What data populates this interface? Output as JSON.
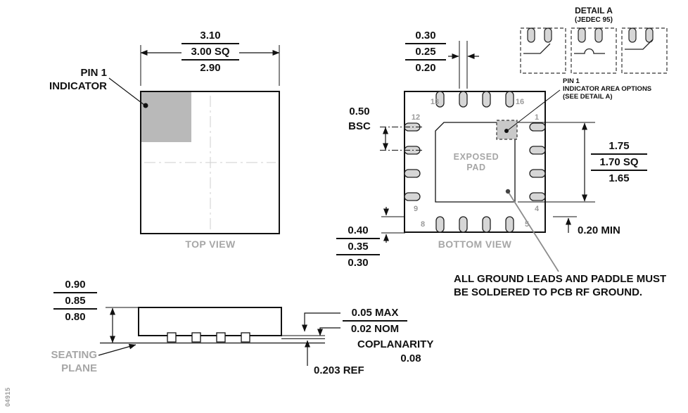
{
  "drawing": {
    "number": "04915"
  },
  "top_view": {
    "view_label": "TOP VIEW",
    "pin1_indicator": {
      "line1": "PIN 1",
      "line2": "INDICATOR"
    },
    "body_size": {
      "max": "3.10",
      "nom": "3.00 SQ",
      "min": "2.90"
    }
  },
  "bottom_view": {
    "view_label": "BOTTOM VIEW",
    "exposed_pad": {
      "line1": "EXPOSED",
      "line2": "PAD"
    },
    "lead_width": {
      "max": "0.30",
      "nom": "0.25",
      "min": "0.20"
    },
    "lead_pitch": {
      "value": "0.50",
      "qualifier": "BSC"
    },
    "pad_size": {
      "max": "1.75",
      "nom": "1.70 SQ",
      "min": "1.65"
    },
    "lead_length": {
      "max": "0.40",
      "nom": "0.35",
      "min": "0.30"
    },
    "pad_to_lead_clearance": "0.20 MIN",
    "pin1_options": {
      "line1": "PIN 1",
      "line2": "INDICATOR AREA OPTIONS",
      "line3": "(SEE DETAIL A)"
    },
    "pin_numbers": {
      "p13": "13",
      "p16": "16",
      "p12": "12",
      "p1": "1",
      "p9": "9",
      "p4": "4",
      "p8": "8",
      "p5": "5"
    }
  },
  "detail_a": {
    "title": "DETAIL A",
    "subtitle": "(JEDEC 95)"
  },
  "side_view": {
    "package_height": {
      "max": "0.90",
      "nom": "0.85",
      "min": "0.80"
    },
    "seating_plane": {
      "line1": "SEATING",
      "line2": "PLANE"
    },
    "standoff": {
      "max": "0.05 MAX",
      "nom": "0.02 NOM"
    },
    "coplanarity": {
      "label": "COPLANARITY",
      "value": "0.08"
    },
    "lead_frame_thickness": "0.203 REF"
  },
  "note": {
    "line1": "ALL GROUND LEADS AND PADDLE MUST",
    "line2": "BE SOLDERED TO PCB RF GROUND."
  },
  "colors": {
    "line": "#111111",
    "gray_text": "#a6a6a6",
    "indicator_fill": "#b9b9b9",
    "lead_fill": "#d6d6d6"
  }
}
